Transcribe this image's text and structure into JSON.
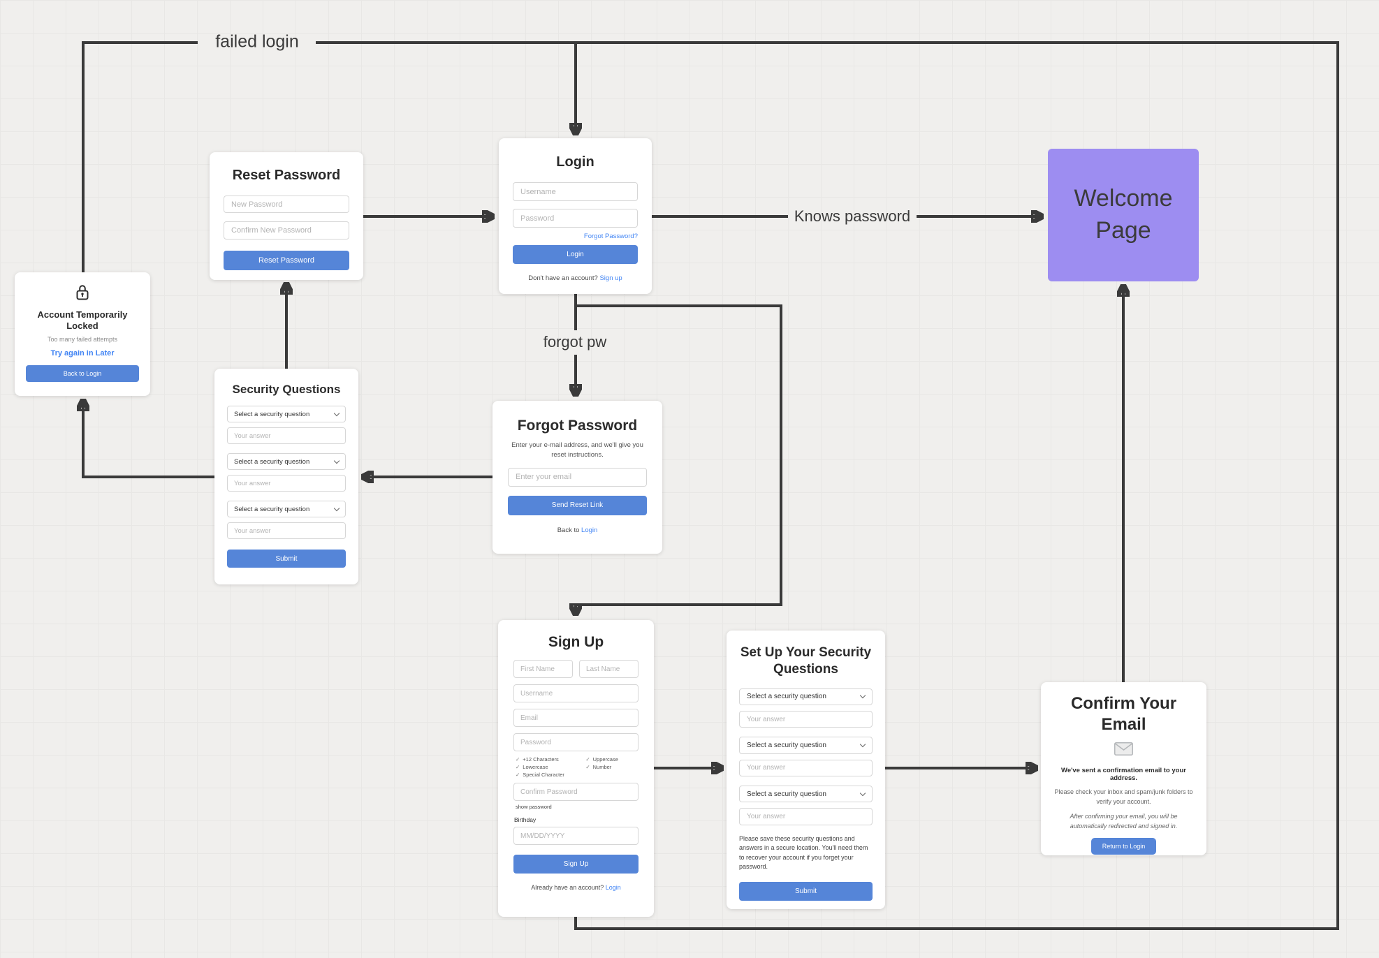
{
  "canvas": {
    "bg": "#f0efed",
    "grid_color": "#e8e7e5",
    "arrow_color": "#3a3a3a",
    "accent_blue": "#5585d8",
    "link_blue": "#4285f4",
    "welcome_purple": "#9d8df1"
  },
  "labels": {
    "failed_login": "failed login",
    "knows_password": "Knows password",
    "forgot_pw": "forgot pw"
  },
  "cards": {
    "login": {
      "title": "Login",
      "username_placeholder": "Username",
      "password_placeholder": "Password",
      "forgot_link": "Forgot Password?",
      "button": "Login",
      "footer_text": "Don't have an account?",
      "footer_link": "Sign up"
    },
    "reset_password": {
      "title": "Reset Password",
      "new_password_placeholder": "New Password",
      "confirm_password_placeholder": "Confirm New Password",
      "button": "Reset Password"
    },
    "welcome": {
      "title": "Welcome Page"
    },
    "account_locked": {
      "title": "Account Temporarily Locked",
      "subtitle": "Too many failed attempts",
      "retry_text": "Try again in Later",
      "button": "Back to Login"
    },
    "security_questions": {
      "title": "Security Questions",
      "select_placeholder": "Select a security question",
      "answer_placeholder": "Your answer",
      "button": "Submit"
    },
    "forgot_password": {
      "title": "Forgot Password",
      "description": "Enter your e-mail address, and we'll give you reset instructions.",
      "email_placeholder": "Enter your email",
      "button": "Send Reset Link",
      "footer_text": "Back to",
      "footer_link": "Login"
    },
    "sign_up": {
      "title": "Sign Up",
      "first_name_placeholder": "First Name",
      "last_name_placeholder": "Last Name",
      "username_placeholder": "Username",
      "email_placeholder": "Email",
      "password_placeholder": "Password",
      "check_glyph": "✓",
      "req_left": [
        "+12 Characters",
        "Lowercase",
        "Special Character"
      ],
      "req_right": [
        "Uppercase",
        "Number"
      ],
      "confirm_password_placeholder": "Confirm Password",
      "show_password": "show password",
      "birthday_label": "Birthday",
      "birthday_placeholder": "MM/DD/YYYY",
      "button": "Sign Up",
      "footer_text": "Already have an account?",
      "footer_link": "Login"
    },
    "setup_security": {
      "title": "Set Up Your Security Questions",
      "select_placeholder": "Select a security question",
      "answer_placeholder": "Your answer",
      "note": "Please save these security questions and answers in a secure location. You'll need them to recover your account if you forget your password.",
      "button": "Submit"
    },
    "confirm_email": {
      "title": "Confirm Your Email",
      "bold_text": "We've sent a confirmation email to your address.",
      "body_text": "Please check your inbox and spam/junk folders to verify your account.",
      "italic_text": "After confirming your email, you will be automatically redirected and signed in.",
      "button": "Return to Login"
    }
  }
}
